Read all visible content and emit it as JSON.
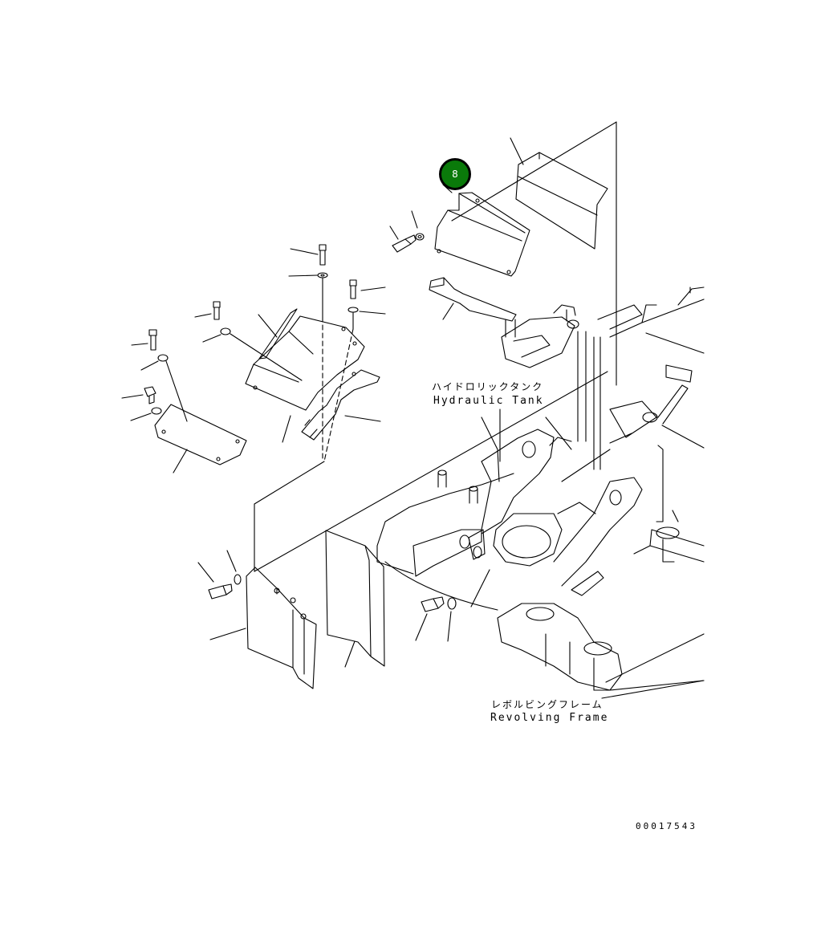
{
  "labels": {
    "hydraulic_tank_jp": "ハイドロリックタンク",
    "hydraulic_tank_en": "Hydraulic Tank",
    "revolving_frame_jp": "レボルビングフレーム",
    "revolving_frame_en": "Revolving Frame",
    "drawing_number": "00017543"
  },
  "callout": {
    "number": "8",
    "color": "#0a7a0a"
  },
  "colors": {
    "line": "#000000",
    "background": "#ffffff"
  }
}
